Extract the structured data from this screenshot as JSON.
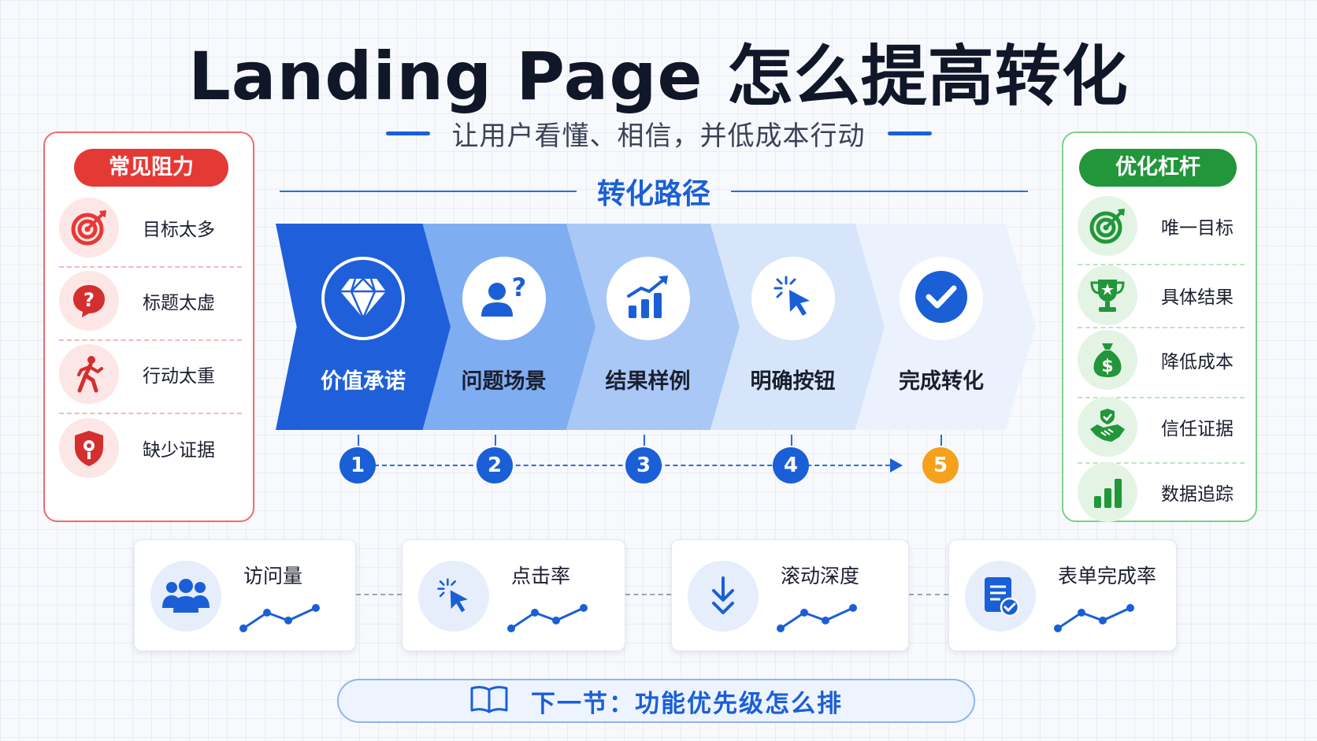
{
  "title": "Landing Page 怎么提高转化",
  "subtitle": "让用户看懂、相信，并低成本行动",
  "path_title": "转化路径",
  "left_panel": {
    "title": "常见阻力",
    "items": [
      {
        "label": "目标太多",
        "icon": "target-icon"
      },
      {
        "label": "标题太虚",
        "icon": "question-bubble-icon"
      },
      {
        "label": "行动太重",
        "icon": "running-person-icon"
      },
      {
        "label": "缺少证据",
        "icon": "shield-alert-icon"
      }
    ]
  },
  "right_panel": {
    "title": "优化杠杆",
    "items": [
      {
        "label": "唯一目标",
        "icon": "target-icon"
      },
      {
        "label": "具体结果",
        "icon": "trophy-icon"
      },
      {
        "label": "降低成本",
        "icon": "money-bag-icon"
      },
      {
        "label": "信任证据",
        "icon": "handshake-shield-icon"
      },
      {
        "label": "数据追踪",
        "icon": "bar-chart-icon"
      }
    ]
  },
  "steps": [
    {
      "label": "价值承诺",
      "number": "1",
      "icon": "diamond-icon"
    },
    {
      "label": "问题场景",
      "number": "2",
      "icon": "user-question-icon"
    },
    {
      "label": "结果样例",
      "number": "3",
      "icon": "growth-chart-icon"
    },
    {
      "label": "明确按钮",
      "number": "4",
      "icon": "cursor-click-icon"
    },
    {
      "label": "完成转化",
      "number": "5",
      "icon": "check-circle-icon"
    }
  ],
  "metrics": [
    {
      "label": "访问量",
      "icon": "users-icon"
    },
    {
      "label": "点击率",
      "icon": "cursor-click-icon"
    },
    {
      "label": "滚动深度",
      "icon": "scroll-down-icon"
    },
    {
      "label": "表单完成率",
      "icon": "form-check-icon"
    }
  ],
  "next_section": {
    "text": "下一节：功能优先级怎么排",
    "icon": "open-book-icon"
  },
  "colors": {
    "primary": "#1a5fd6",
    "danger": "#e53935",
    "success": "#22963a",
    "highlight": "#f5a11c"
  }
}
